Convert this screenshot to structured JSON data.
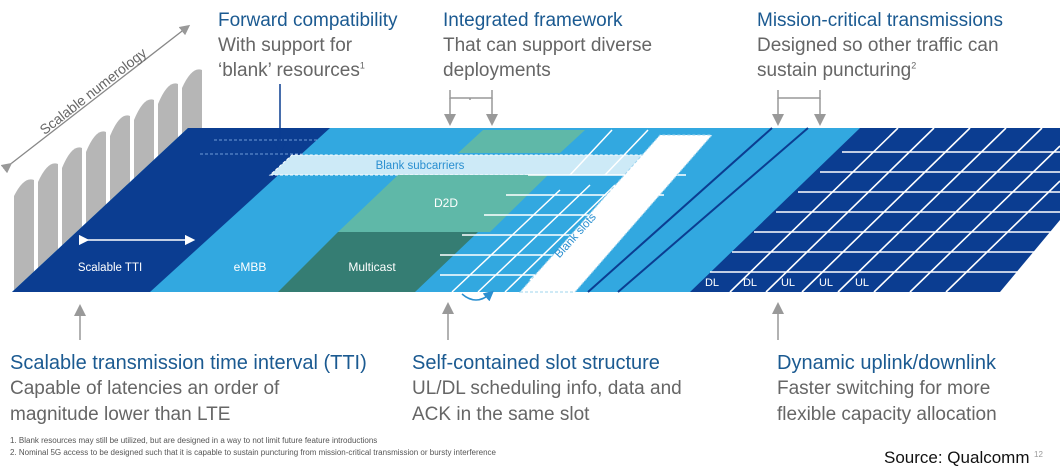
{
  "headers": {
    "forward": {
      "title": "Forward compatibility",
      "line1": "With support for",
      "line2": "‘blank’ resources",
      "note": "1"
    },
    "integrated": {
      "title": "Integrated framework",
      "line1": "That can support diverse",
      "line2": "deployments"
    },
    "mission": {
      "title": "Mission-critical transmissions",
      "line1": "Designed so other traffic can",
      "line2": "sustain puncturing",
      "note": "2"
    }
  },
  "footers": {
    "tti": {
      "title": "Scalable transmission time interval (TTI)",
      "line1": "Capable of latencies an order of",
      "line2": "magnitude lower than LTE"
    },
    "slot": {
      "title": "Self-contained slot structure",
      "line1": "UL/DL scheduling info, data and",
      "line2": "ACK in the same slot"
    },
    "duplex": {
      "title": "Dynamic uplink/downlink",
      "line1": "Faster switching for more",
      "line2": "flexible capacity allocation"
    }
  },
  "diagram": {
    "numerology_label": "Scalable numerology",
    "blank_subcarriers_label": "Blank subcarriers",
    "blank_slots_label": "Blank slots",
    "scalable_tti_label": "Scalable TTI",
    "embb_label": "eMBB",
    "d2d_label": "D2D",
    "multicast_label": "Multicast",
    "dl_ul_labels": [
      "DL",
      "DL",
      "UL",
      "UL",
      "UL"
    ],
    "colors": {
      "dark_blue": "#0b3d91",
      "light_blue": "#32a8e0",
      "teal": "#5fb8a8",
      "dark_teal": "#357d73",
      "pale_blue": "#cdeaf7",
      "gray": "#b4b4b4"
    }
  },
  "footnotes": {
    "note1": "1. Blank resources may still be utilized, but are designed in a way to not limit future feature introductions",
    "note2": "2. Nominal 5G access to be designed such that it is capable to sustain puncturing from mission-critical  transmission or bursty interference"
  },
  "source": "Source: Qualcomm",
  "page_number": "12"
}
